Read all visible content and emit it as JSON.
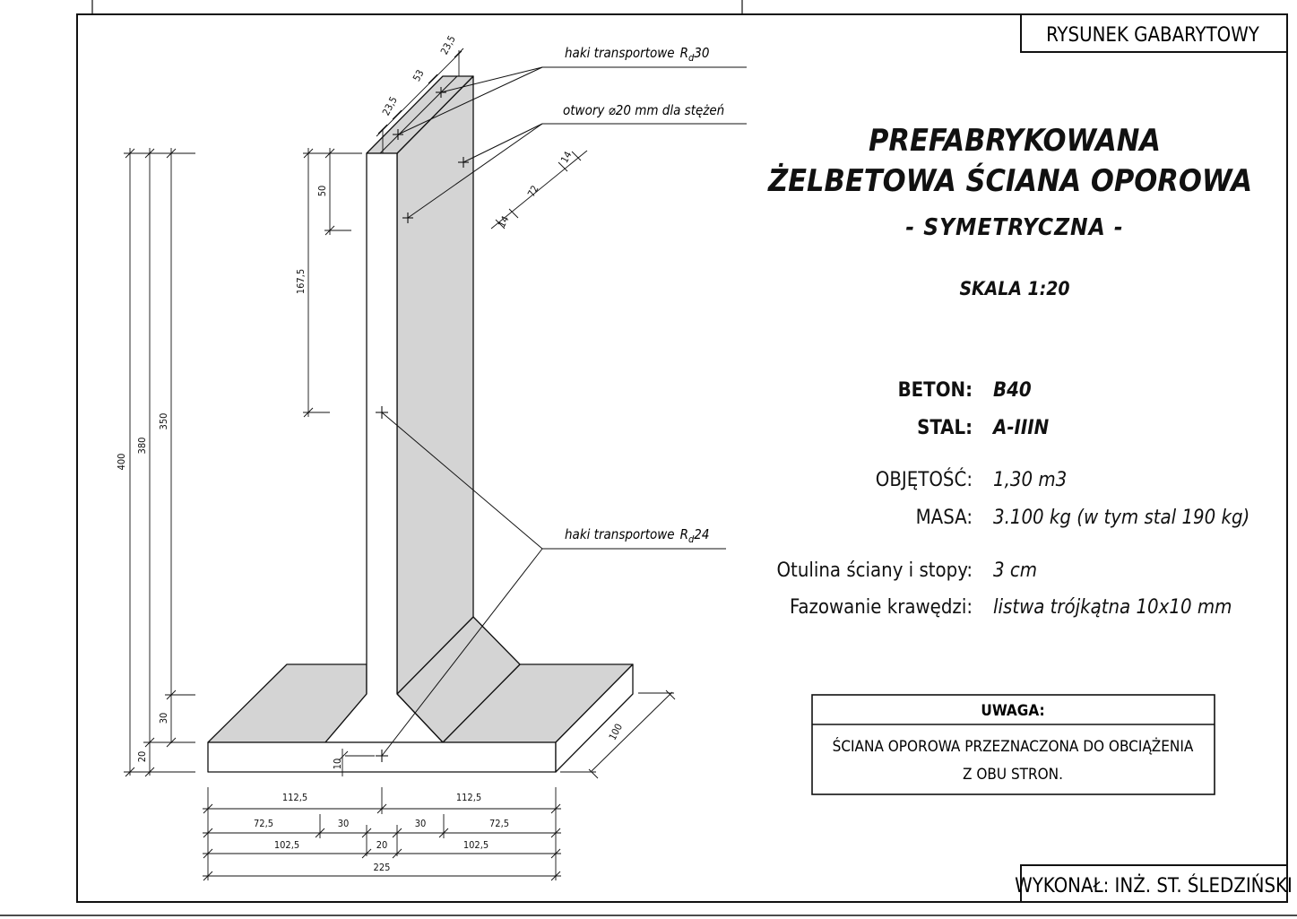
{
  "header_label": "RYSUNEK GABARYTOWY",
  "footer_label": "WYKONAŁ:  INŻ. ST. ŚLEDZIŃSKI",
  "title": {
    "line1": "PREFABRYKOWANA",
    "line2": "ŻELBETOWA ŚCIANA OPOROWA",
    "subtitle": "- SYMETRYCZNA -",
    "scale": "SKALA 1:20"
  },
  "specs": [
    {
      "label": "BETON:",
      "value": "B40"
    },
    {
      "label": "STAL:",
      "value": "A-IIIN"
    },
    {
      "label": "OBJĘTOŚĆ:",
      "value": "1,30 m3"
    },
    {
      "label": "MASA:",
      "value": "3.100 kg  (w tym stal 190 kg)"
    },
    {
      "label": "Otulina ściany i stopy:",
      "value": "3 cm"
    },
    {
      "label": "Fazowanie krawędzi:",
      "value": "listwa trójkątna 10x10 mm"
    }
  ],
  "uwaga": {
    "heading": "UWAGA:",
    "line1": "ŚCIANA OPOROWA PRZEZNACZONA DO OBCIĄŻENIA",
    "line2": "Z OBU STRON."
  },
  "annotations": {
    "hooks_top": "haki transportowe",
    "hooks_top_r": "R",
    "hooks_top_sub": "d",
    "hooks_top_num": "30",
    "holes": "otwory ⌀20 mm dla stężeń",
    "hooks_bottom": "haki transportowe",
    "hooks_bottom_r": "R",
    "hooks_bottom_sub": "d",
    "hooks_bottom_num": "24"
  },
  "dimensions": {
    "h_400": "400",
    "h_380": "380",
    "h_350": "350",
    "h_30": "30",
    "h_20": "20",
    "h_50": "50",
    "h_167_5": "167,5",
    "top_23_5_a": "23,5",
    "top_53": "53",
    "top_23_5_b": "23,5",
    "side_14_a": "14",
    "side_72": "72",
    "side_14_b": "14",
    "base_100": "100",
    "base_10": "10",
    "b_112_5_l": "112,5",
    "b_112_5_r": "112,5",
    "b_72_5_l": "72,5",
    "b_30_l": "30",
    "b_30_r": "30",
    "b_72_5_r": "72,5",
    "b_102_5_l": "102,5",
    "b_20": "20",
    "b_102_5_r": "102,5",
    "b_225": "225"
  }
}
